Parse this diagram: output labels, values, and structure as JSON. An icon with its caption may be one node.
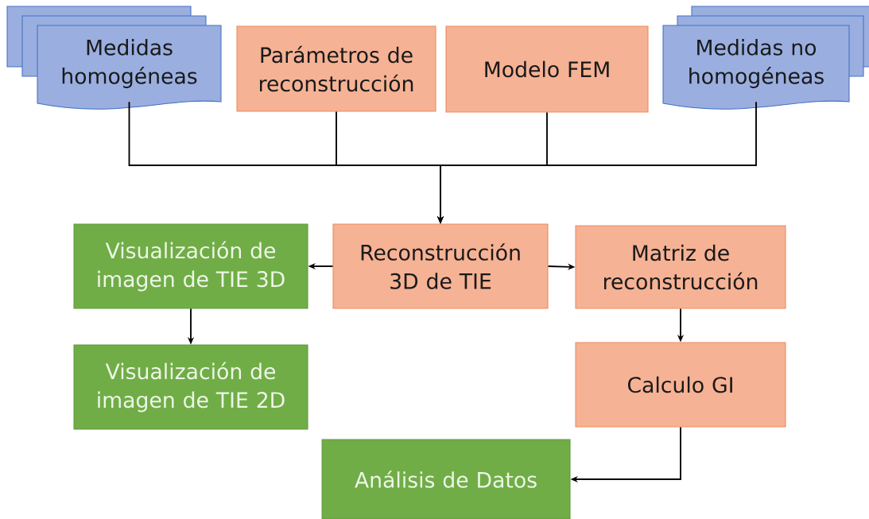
{
  "diagram": {
    "nodes": [
      {
        "text": [
          "Medidas homogéneas"
        ]
      },
      {
        "text": [
          "Parámetros de reconstrucción"
        ]
      },
      {
        "text": [
          "Modelo FEM"
        ]
      },
      {
        "text": [
          "Medidas no homogéneas"
        ]
      },
      {
        "text": [
          "Visualización de imagen de TIE 3D"
        ]
      },
      {
        "text": [
          "Reconstrucción 3D de TIE"
        ]
      },
      {
        "text": [
          "Matriz de reconstrucción"
        ]
      },
      {
        "text": [
          "Visualización de imagen de TIE 2D"
        ]
      },
      {
        "text": [
          "Calculo GI"
        ]
      },
      {
        "text": [
          "Análisis de Datos"
        ]
      }
    ],
    "edges": [
      {
        "from": 0,
        "to": 5,
        "arrow": "to"
      },
      {
        "from": 1,
        "to": 5,
        "arrow": "to"
      },
      {
        "from": 2,
        "to": 5,
        "arrow": "to"
      },
      {
        "from": 3,
        "to": 5,
        "arrow": "to"
      },
      {
        "from": 5,
        "to": 4,
        "arrow": "to"
      },
      {
        "from": 5,
        "to": 6,
        "arrow": "to"
      },
      {
        "from": 4,
        "to": 7,
        "arrow": "to"
      },
      {
        "from": 6,
        "to": 8,
        "arrow": "to"
      },
      {
        "from": 8,
        "to": 9,
        "arrow": "to"
      }
    ]
  }
}
